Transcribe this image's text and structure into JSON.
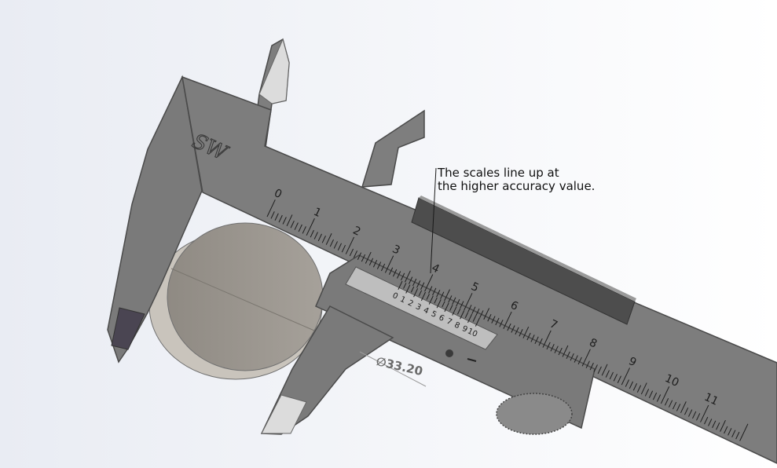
{
  "annotation": {
    "line1": "The scales line up at",
    "line2": "the higher accuracy value."
  },
  "dimension": {
    "symbol": "∅",
    "value": "33.20"
  },
  "engraving": "SW",
  "main_scale": {
    "labels": [
      "0",
      "1",
      "2",
      "3",
      "4",
      "5",
      "6",
      "7",
      "8",
      "9",
      "10",
      "11"
    ]
  },
  "vernier_scale": {
    "labels": [
      "0",
      "1",
      "2",
      "3",
      "4",
      "5",
      "6",
      "7",
      "8",
      "9",
      "10"
    ]
  },
  "colors": {
    "background_left": "#eceef5",
    "background_right": "#ffffff",
    "steel": "#7d7d7d",
    "steel_dark": "#4d4d4d",
    "jaw_tip": "#dcdcdc",
    "cylinder": "#9a948c"
  }
}
